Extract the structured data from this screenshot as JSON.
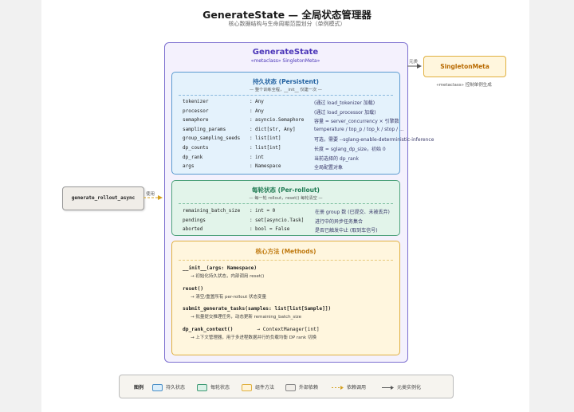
{
  "header": {
    "title": "GenerateState — 全局状态管理器",
    "subtitle": "核心数据结构与生命周期范围划分（单例模式）"
  },
  "main_class": {
    "name": "GenerateState",
    "meta": "«metaclass» SingletonMeta»"
  },
  "persistent": {
    "title": "持久状态 (Persistent)",
    "subtitle": "— 整个训练全程，__init__ 仅建一次 —",
    "fields": [
      {
        "name": "tokenizer",
        "type": "Any",
        "desc": "(通过 load_tokenizer 加载)"
      },
      {
        "name": "processor",
        "type": "Any",
        "desc": "(通过 load_processor 加载)"
      },
      {
        "name": "semaphore",
        "type": "asyncio.Semaphore",
        "desc": "容量 = server_concurrency × 引擎数"
      },
      {
        "name": "sampling_params",
        "type": "dict[str, Any]",
        "desc": "temperature / top_p / top_k / stop / ..."
      },
      {
        "name": "group_sampling_seeds",
        "type": "list[int]",
        "desc": "可选，需要 --sglang-enable-deterministic-inference"
      },
      {
        "name": "dp_counts",
        "type": "list[int]",
        "desc": "长度 = sglang_dp_size，初始 0"
      },
      {
        "name": "dp_rank",
        "type": "int",
        "desc": "当前选择的 dp_rank"
      },
      {
        "name": "args",
        "type": "Namespace",
        "desc": "全局配置对象"
      }
    ]
  },
  "per_rollout": {
    "title": "每轮状态 (Per-rollout)",
    "subtitle": "— 每一轮 rollout，reset() 每轮清空 —",
    "fields": [
      {
        "name": "remaining_batch_size",
        "type": "int = 0",
        "desc": "在册 group 数 (已提交、未被丢弃)"
      },
      {
        "name": "pendings",
        "type": "set[asyncio.Task]",
        "desc": "进行中的异步任务集合"
      },
      {
        "name": "aborted",
        "type": "bool = False",
        "desc": "是否已触发中止 (取到车信号)"
      }
    ]
  },
  "methods": {
    "title": "核心方法 (Methods)",
    "items": [
      {
        "sig": "__init__(args: Namespace)",
        "ret": "",
        "desc": "→ 初始化持久状态，内部调用 reset()"
      },
      {
        "sig": "reset()",
        "ret": "",
        "desc": "→ 清空/重置所有 per-rollout 状态变量"
      },
      {
        "sig": "submit_generate_tasks(samples: list[list[Sample]])",
        "ret": "",
        "desc": "→ 批量提交推理任务，动态更新 remaining_batch_size"
      },
      {
        "sig": "dp_rank_context()",
        "ret": "→ ContextManager[int]",
        "desc": "→ 上下文管理器，用于多进程数据并行的负载均衡 DP rank 切换"
      }
    ]
  },
  "external": {
    "name": "generate_rollout_async",
    "edge_label": "使用"
  },
  "metaclass": {
    "name": "SingletonMeta",
    "edge_label": "元类",
    "note": "«metaclass» 控制单例生成"
  },
  "legend": {
    "title": "图例",
    "items": [
      {
        "label": "持久状态",
        "color": "#dbeefb",
        "border": "#4a8fc8"
      },
      {
        "label": "每轮状态",
        "color": "#dbf1e7",
        "border": "#3d9a74"
      },
      {
        "label": "组件方法",
        "color": "#fff4d8",
        "border": "#e0b040"
      },
      {
        "label": "外部依赖",
        "color": "#f0ede8",
        "border": "#888888"
      }
    ],
    "dep_label": "依赖调用",
    "meta_label": "元类实例化"
  },
  "colors": {
    "main_border": "#7c6fd0",
    "persistent_title": "#1f5f9f",
    "per_rollout_title": "#1f7a52",
    "methods_title": "#c07a10",
    "dashed_arrow": "#d4a020"
  }
}
